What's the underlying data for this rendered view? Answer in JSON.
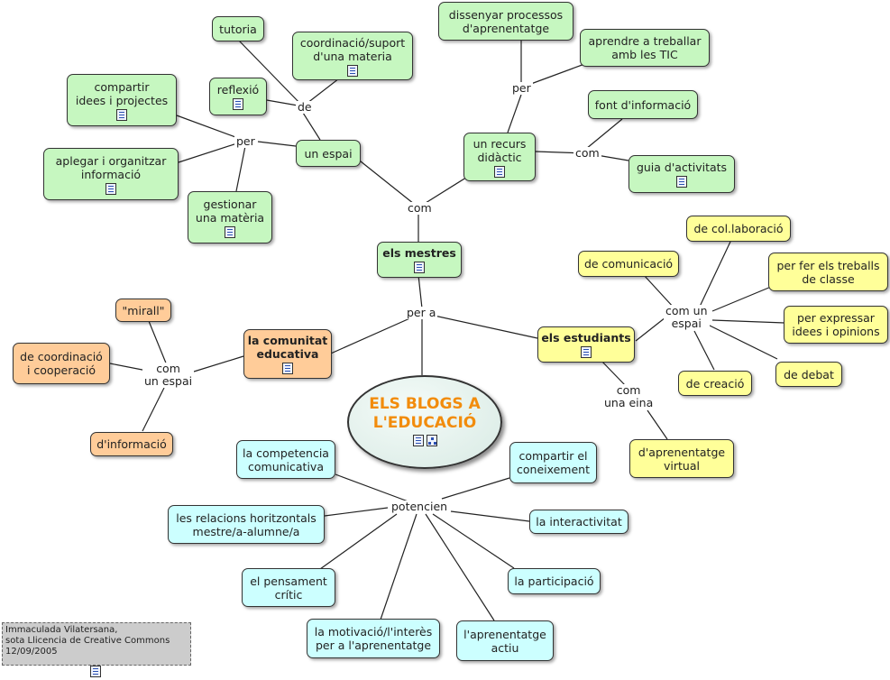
{
  "center": {
    "title_line1": "ELS BLOGS A",
    "title_line2": "L'EDUCACIÓ"
  },
  "labels": {
    "de": "de",
    "per_left": "per",
    "per_right": "per",
    "com_mid": "com",
    "com_right": "com",
    "per_a": "per a",
    "com_espai_orange_1": "com",
    "com_espai_orange_2": "un espai",
    "com_un_espai_1": "com un",
    "com_un_espai_2": "espai",
    "com_una_eina_1": "com",
    "com_una_eina_2": "una eina",
    "potencien": "potencien"
  },
  "green": {
    "tutoria": "tutoria",
    "coordinacio_1": "coordinació/suport",
    "coordinacio_2": "d'una materia",
    "reflexio": "reflexió",
    "compartir_1": "compartir",
    "compartir_2": "idees i projectes",
    "aplegar_1": "aplegar i organitzar",
    "aplegar_2": "informació",
    "gestionar_1": "gestionar",
    "gestionar_2": "una matèria",
    "un_espai": "un espai",
    "dissenyar_1": "dissenyar processos",
    "dissenyar_2": "d'aprenentatge",
    "aprendre_1": "aprendre a treballar",
    "aprendre_2": "amb  les TIC",
    "font": "font d'informació",
    "recurs_1": "un recurs",
    "recurs_2": "didàctic",
    "guia": "guia d'activitats",
    "mestres": "els mestres"
  },
  "yellow": {
    "colaboracio": "de col.laboració",
    "comunicacio": "de comunicació",
    "treballs_1": "per fer els treballs",
    "treballs_2": "de classe",
    "expressar_1": "per expressar",
    "expressar_2": "idees i opinions",
    "estudiants": "els estudiants",
    "debat": "de debat",
    "creacio": "de creació",
    "virtual_1": "d'aprenentatge",
    "virtual_2": "virtual"
  },
  "orange": {
    "mirall": "\"mirall\"",
    "comunitat_1": "la comunitat",
    "comunitat_2": "educativa",
    "coordinacio_1": "de coordinació",
    "coordinacio_2": "i cooperació",
    "informacio": "d'informació"
  },
  "cyan": {
    "competencia_1": "la competencia",
    "competencia_2": "comunicativa",
    "compartir_1": "compartir el",
    "compartir_2": "coneixement",
    "interactivitat": "la interactivitat",
    "relacions_1": "les relacions horitzontals",
    "relacions_2": "mestre/a-alumne/a",
    "participacio": "la participació",
    "pensament_1": "el pensament",
    "pensament_2": "crític",
    "motivacio_1": "la motivació/l'interès",
    "motivacio_2": "per a l'aprenentatge",
    "actiu_1": "l'aprenentatge",
    "actiu_2": "actiu"
  },
  "credit": {
    "line1": "Immaculada Vilatersana,",
    "line2": "sota Llicencia de Creative Commons",
    "line3": "12/09/2005"
  },
  "colors": {
    "green": "#c6f7c0",
    "yellow": "#ffff99",
    "orange": "#ffcc99",
    "cyan": "#ccffff",
    "title": "#f28c0c"
  },
  "icons": [
    "note-icon",
    "map-link-icon"
  ]
}
